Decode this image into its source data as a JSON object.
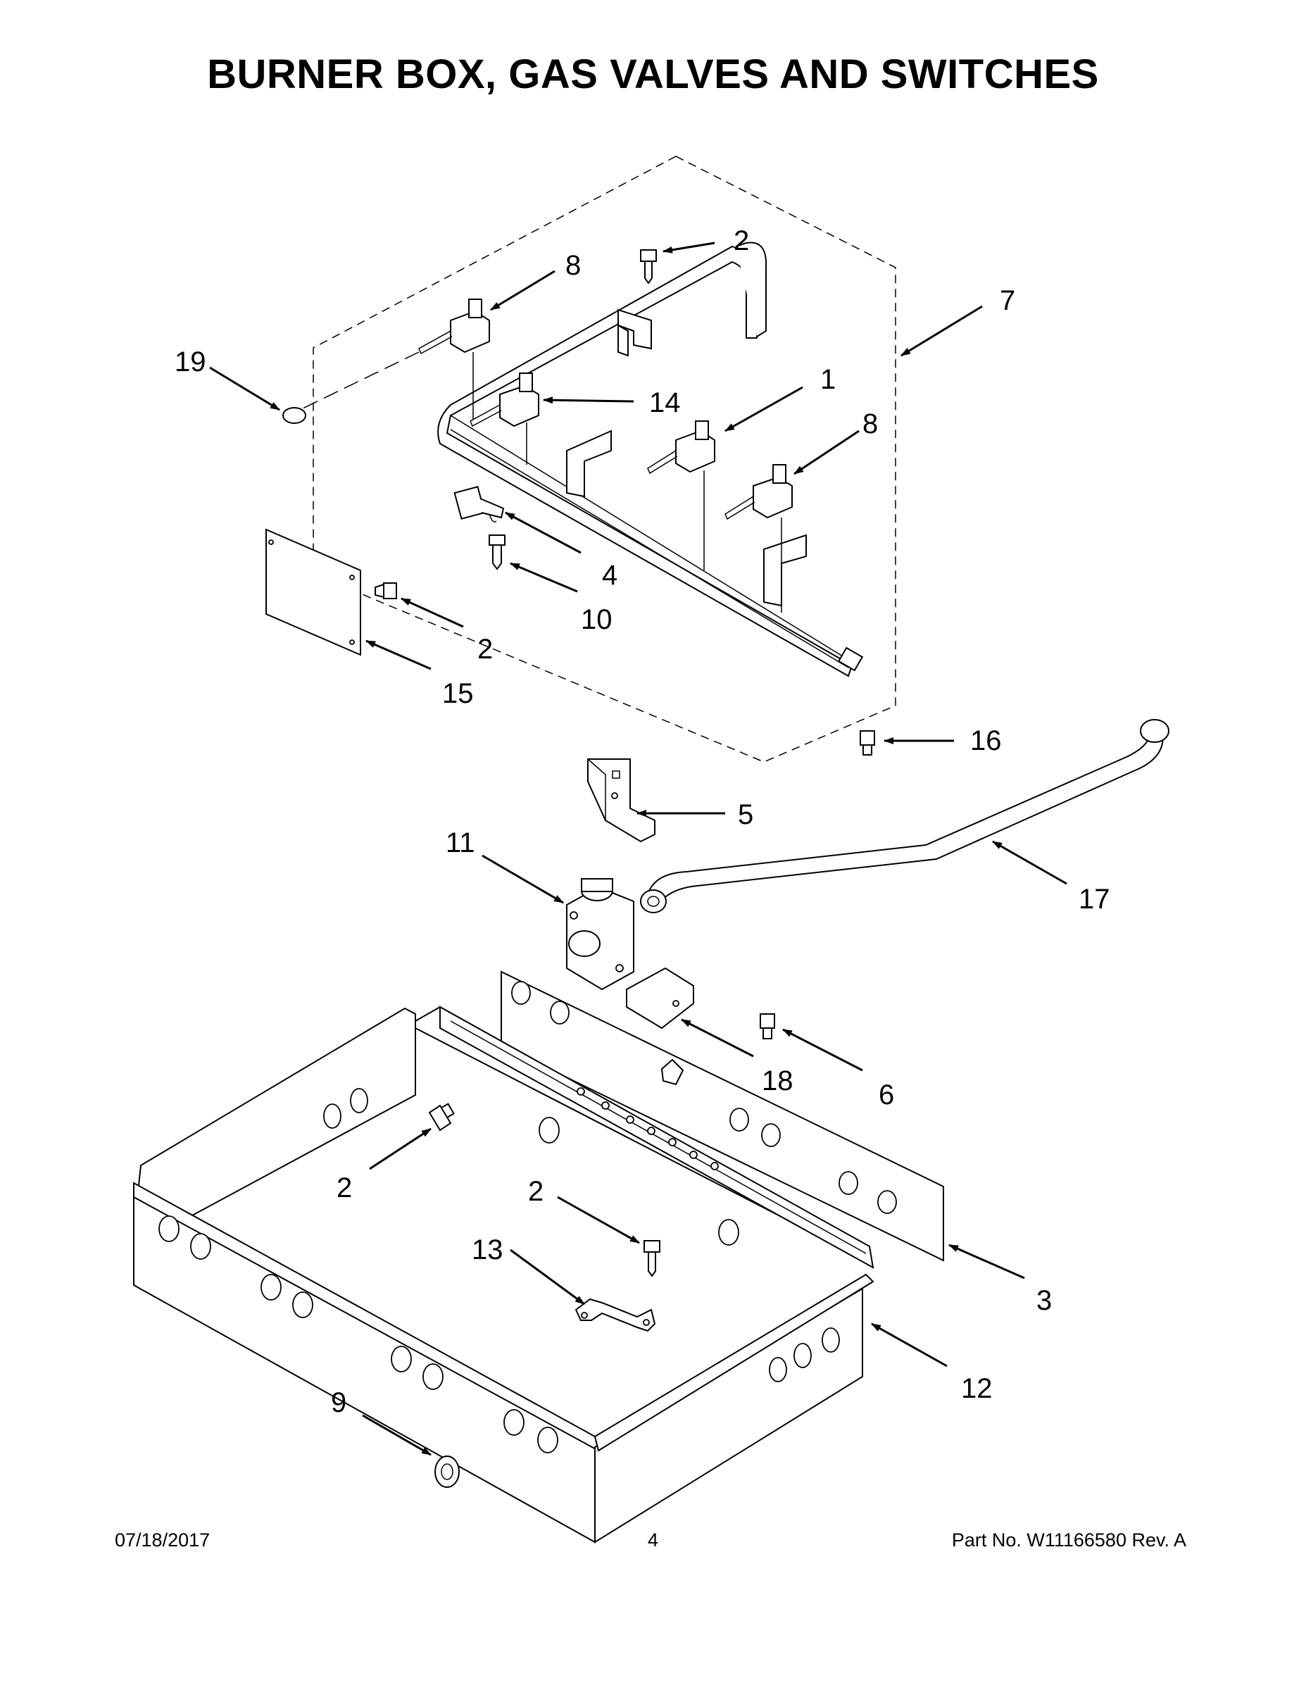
{
  "title": "BURNER BOX, GAS VALVES AND SWITCHES",
  "callouts": {
    "c2_top": "2",
    "c8_top": "8",
    "c7": "7",
    "c19": "19",
    "c14": "14",
    "c1": "1",
    "c8_right": "8",
    "c4": "4",
    "c10": "10",
    "c2_mid": "2",
    "c15": "15",
    "c16": "16",
    "c5": "5",
    "c11": "11",
    "c17": "17",
    "c18": "18",
    "c6": "6",
    "c2_left": "2",
    "c2_center": "2",
    "c13": "13",
    "c3": "3",
    "c12": "12",
    "c9": "9"
  },
  "footer": {
    "date": "07/18/2017",
    "page": "4",
    "part": "Part No.  W11166580  Rev.  A"
  }
}
